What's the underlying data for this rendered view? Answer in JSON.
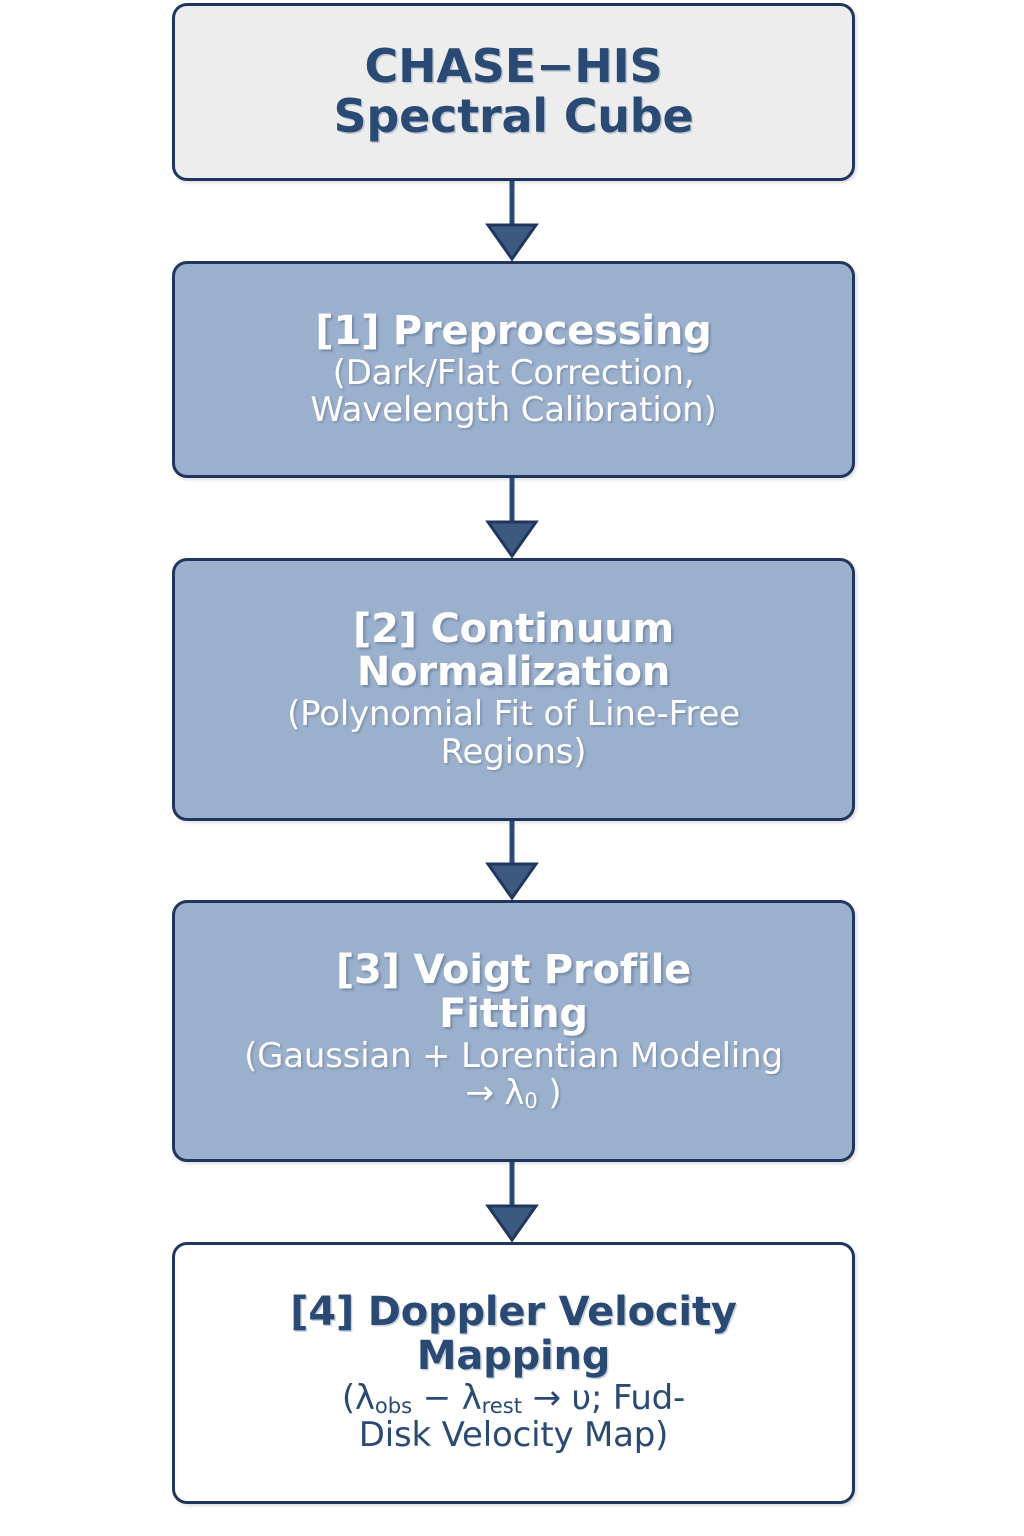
{
  "diagram": {
    "type": "flowchart",
    "orientation": "top-to-bottom",
    "colors": {
      "border": "#21365e",
      "process_fill": "#9bb0cc",
      "source_fill": "#ededed",
      "terminal_fill": "#ffffff",
      "dark_text": "#2a4a73",
      "light_text": "#ffffff",
      "arrow": "#2a4a73"
    },
    "nodes": [
      {
        "id": "source",
        "title_line_1": "CHASE−HIS",
        "title_line_2": "Spectral Cube",
        "subtitle": "",
        "style": "gray"
      },
      {
        "id": "step1",
        "title": "[1] Preprocessing",
        "subtitle_line_1": "(Dark/Flat Correction,",
        "subtitle_line_2": "Wavelength Calibration)",
        "style": "blue"
      },
      {
        "id": "step2",
        "title_line_1": "[2] Continuum",
        "title_line_2": "Normalization",
        "subtitle_line_1": "(Polynomial Fit of Line-Free",
        "subtitle_line_2": "Regions)",
        "style": "blue"
      },
      {
        "id": "step3",
        "title_line_1": "[3] Voigt Profile",
        "title_line_2": "Fitting",
        "subtitle_line_1": "(Gaussian + Lorentian Modeling",
        "subtitle_line_2_pre": "→ λ",
        "subtitle_line_2_sub": "0",
        "subtitle_line_2_post": " )",
        "style": "blue"
      },
      {
        "id": "step4",
        "title_line_1": "[4] Doppler Velocity",
        "title_line_2": "Mapping",
        "subtitle_line_1_a": "(λ",
        "subtitle_line_1_sub_a": "obs",
        "subtitle_line_1_b": " − λ",
        "subtitle_line_1_sub_b": "rest",
        "subtitle_line_1_c": " → υ; Fud-",
        "subtitle_line_2": "Disk Velocity Map)",
        "style": "white"
      }
    ],
    "edges": [
      {
        "id": "edge-1",
        "from": "source",
        "to": "step1",
        "arrow": "down"
      },
      {
        "id": "edge-2",
        "from": "step1",
        "to": "step2",
        "arrow": "down"
      },
      {
        "id": "edge-3",
        "from": "step2",
        "to": "step3",
        "arrow": "down"
      },
      {
        "id": "edge-4",
        "from": "step3",
        "to": "step4",
        "arrow": "down"
      }
    ]
  }
}
